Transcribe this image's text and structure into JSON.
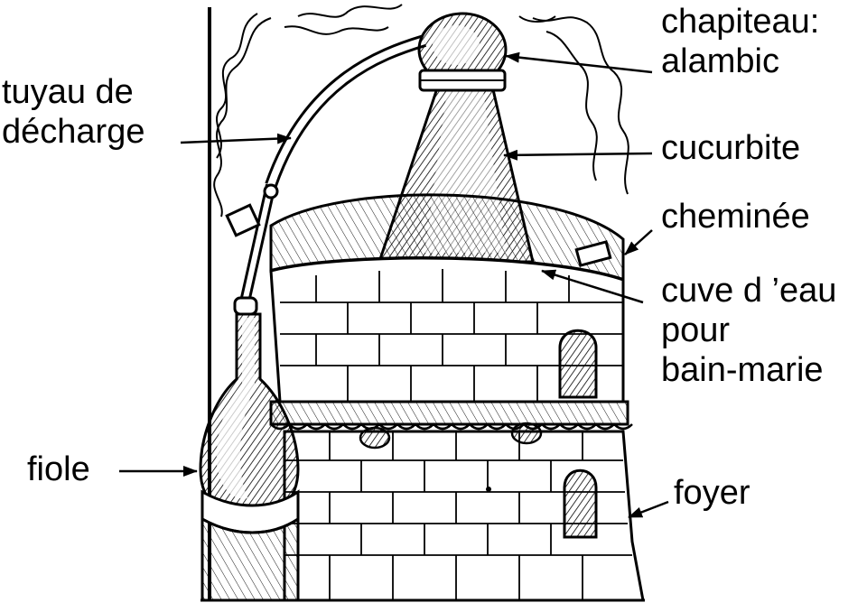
{
  "colors": {
    "ink": "#000000",
    "paper": "#ffffff",
    "shade": "#6a6a6a",
    "light": "#d8d8d8"
  },
  "labels": {
    "chapiteau": [
      "chapiteau:",
      "alambic"
    ],
    "tuyau": [
      "tuyau de",
      "décharge"
    ],
    "cucurbite": [
      "cucurbite"
    ],
    "cheminee": [
      "cheminée"
    ],
    "cuve": [
      "cuve d ’eau",
      "pour",
      "bain-marie"
    ],
    "fiole": [
      "fiole"
    ],
    "foyer": [
      "foyer"
    ]
  }
}
